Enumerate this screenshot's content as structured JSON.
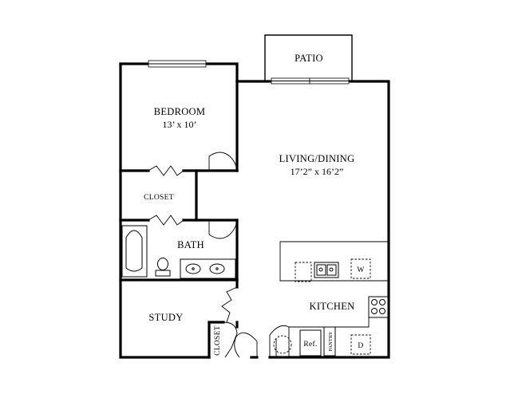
{
  "rooms": {
    "patio": "PATIO",
    "bedroom": "BEDROOM",
    "bedroom_size": "13’ x 10’",
    "living_dining": "LIVING/DINING",
    "living_dining_size": "17’2” x 16’2”",
    "closet": "CLOSET",
    "bath": "BATH",
    "kitchen": "KITCHEN",
    "study": "STUDY",
    "study_closet": "CLOSET"
  },
  "appliances": {
    "washer": "W",
    "dryer": "D",
    "refrigerator": "Ref.",
    "pantry": "PANTRY"
  }
}
